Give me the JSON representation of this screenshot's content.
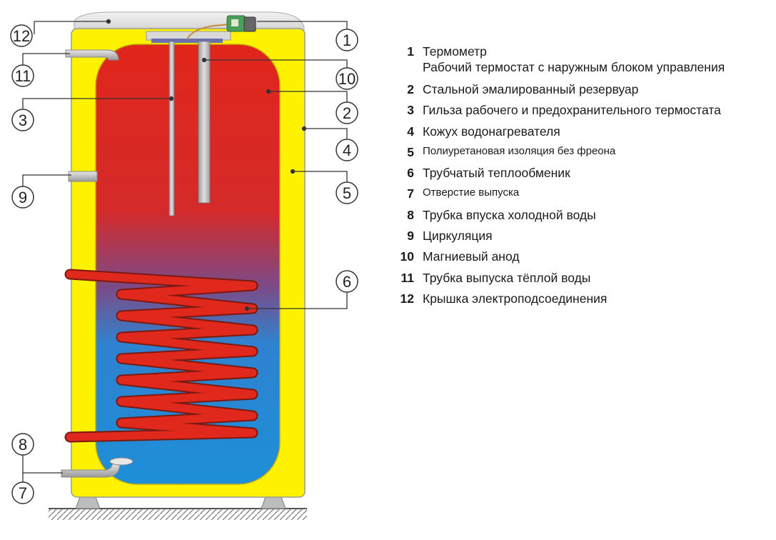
{
  "callouts": [
    {
      "num": "12"
    },
    {
      "num": "1"
    },
    {
      "num": "11"
    },
    {
      "num": "10"
    },
    {
      "num": "3"
    },
    {
      "num": "2"
    },
    {
      "num": "4"
    },
    {
      "num": "9"
    },
    {
      "num": "5"
    },
    {
      "num": "6"
    },
    {
      "num": "8"
    },
    {
      "num": "7"
    }
  ],
  "legend": [
    {
      "num": "1",
      "text": "Термометр",
      "sub": "Рабочий термостат с наружным блоком управления"
    },
    {
      "num": "2",
      "text": "Стальной эмалированный резервуар"
    },
    {
      "num": "3",
      "text": "Гильза рабочего и предохранительного термостата"
    },
    {
      "num": "4",
      "text": "Кожух водонагревателя"
    },
    {
      "num": "5",
      "text": "Полиуретановая изоляция без фреона"
    },
    {
      "num": "6",
      "text": "Трубчатый теплообменик"
    },
    {
      "num": "7",
      "text": "Отверстие выпуска"
    },
    {
      "num": "8",
      "text": "Трубка впуска холодной воды"
    },
    {
      "num": "9",
      "text": "Циркуляция"
    },
    {
      "num": "10",
      "text": "Магниевый анод"
    },
    {
      "num": "11",
      "text": "Трубка выпуска тёплой воды"
    },
    {
      "num": "12",
      "text": "Крышка электроподсоединения"
    }
  ],
  "colors": {
    "insulation": "#fff200",
    "hot_water": "#e0261b",
    "cold_water": "#1e8fd8",
    "coil": "#d8231a",
    "casing": "#e8e8e8",
    "pipe": "#b8b8b8"
  }
}
